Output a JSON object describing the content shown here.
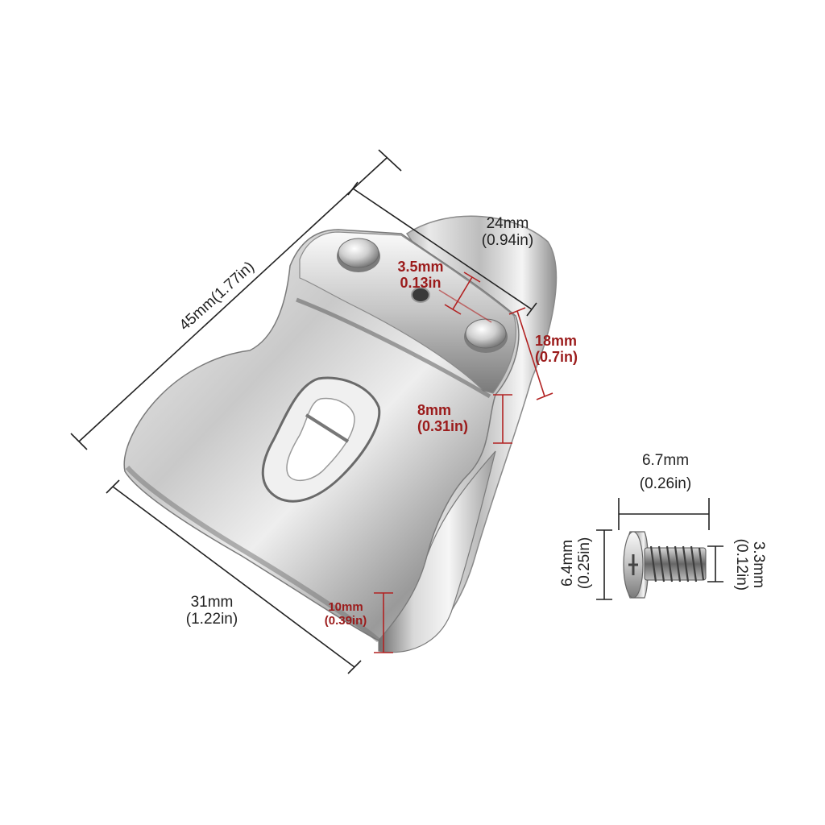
{
  "dimensions": {
    "clip_length": {
      "mm": "45mm",
      "in": "(1.77in)"
    },
    "clip_width_top": {
      "mm": "24mm",
      "in": "(0.94in)"
    },
    "hole_diameter": {
      "mm": "3.5mm",
      "in": "0.13in"
    },
    "tab_height": {
      "mm": "18mm",
      "in": "(0.7in)"
    },
    "slot_height": {
      "mm": "8mm",
      "in": "(0.31in)"
    },
    "clip_width_bottom": {
      "mm": "31mm",
      "in": "(1.22in)"
    },
    "curl_height": {
      "mm": "10mm",
      "in": "(0.39in)"
    },
    "screw_length": {
      "mm": "6.7mm",
      "in": "(0.26in)"
    },
    "screw_head_diameter": {
      "mm": "6.4mm",
      "in": "(0.25in)"
    },
    "screw_thread_diameter": {
      "mm": "3.3mm",
      "in": "(0.12in)"
    }
  },
  "colors": {
    "dimension_black": "#222222",
    "dimension_red": "#9b1b1b",
    "metal_light": "#f2f2f2",
    "metal_dark": "#8a8a8a"
  },
  "icons": [
    "belt-clip-illustration",
    "screw-illustration"
  ]
}
